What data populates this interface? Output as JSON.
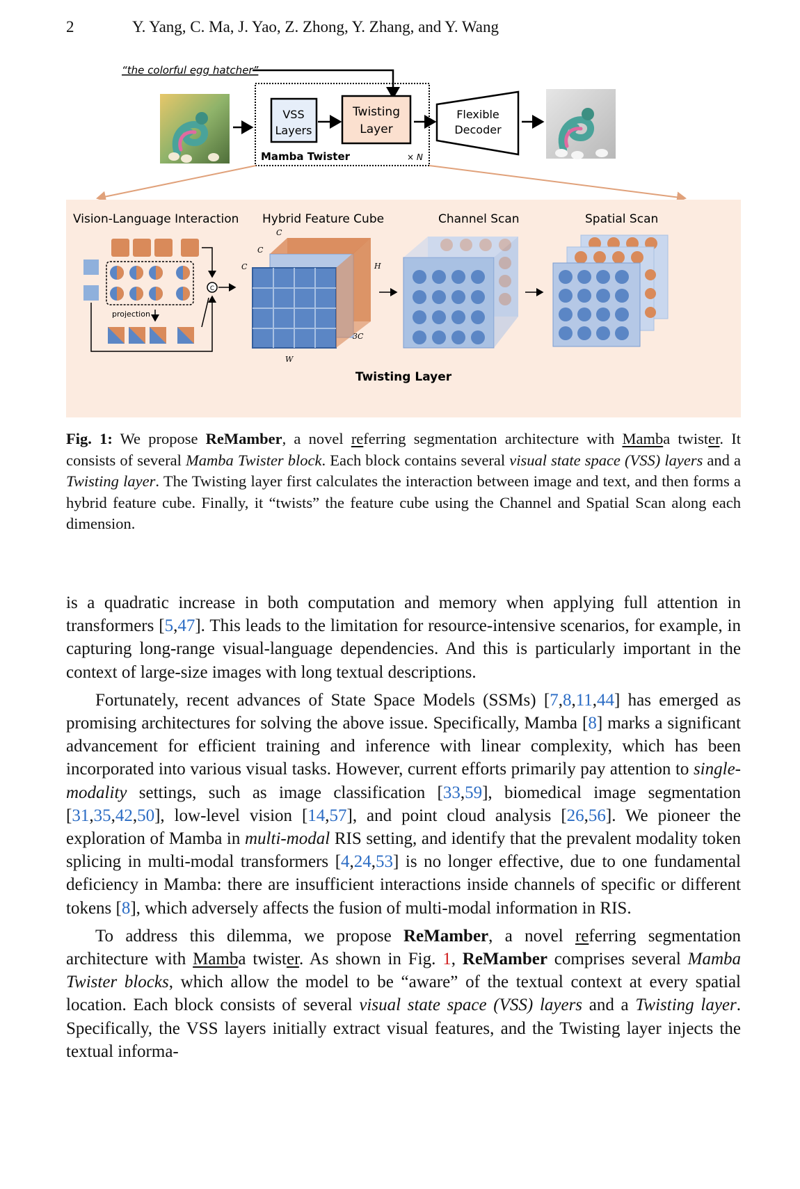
{
  "header": {
    "page_number": "2",
    "authors": "Y. Yang, C. Ma, J. Yao, Z. Zhong, Y. Zhang, and Y. Wang"
  },
  "figure": {
    "prompt_text": "“the colorful egg hatcher”",
    "vss_label_1": "VSS",
    "vss_label_2": "Layers",
    "twist_label_1": "Twisting",
    "twist_label_2": "Layer",
    "decoder_label_1": "Flexible",
    "decoder_label_2": "Decoder",
    "mamba_twister_label": "Mamba Twister",
    "repeat_label": "× N",
    "panel_titles": [
      "Vision-Language Interaction",
      "Hybrid Feature Cube",
      "Channel Scan",
      "Spatial Scan"
    ],
    "projection_label": "projection",
    "concat_symbol": "C",
    "dim_c": "C",
    "dim_h": "H",
    "dim_w": "W",
    "dim_3c": "3C",
    "panel_footer": "Twisting Layer",
    "colors": {
      "panel_bg": "#fcebe0",
      "orange": "#d98a5a",
      "blue": "#5b86c5",
      "light_blue": "#a9c1e3",
      "vss_fill": "#e6eef9",
      "twist_fill": "#fbe0cf",
      "cite_blue": "#2b6cc4",
      "ref_red": "#d01f1f"
    }
  },
  "caption": {
    "label": "Fig. 1:",
    "t1": " We propose ",
    "name": "ReMamber",
    "t2": ", a novel ",
    "re_u": "re",
    "t3": "ferring segmentation architecture with ",
    "mamb_u": "Mamb",
    "t4": "a twist",
    "er_u": "er",
    "t5": ". It consists of several ",
    "i1": "Mamba Twister block",
    "t6": ". Each block contains several ",
    "i2": "visual state space (VSS) layers",
    "t7": " and a ",
    "i3": "Twisting layer",
    "t8": ". The Twisting layer first calculates the interaction between image and text, and then forms a hybrid feature cube. Finally, it “twists” the feature cube using the Channel and Spatial Scan along each dimension."
  },
  "body": {
    "p1a": "is a quadratic increase in both computation and memory when applying full attention in transformers [",
    "p1_c1": "5",
    "p1_c2": "47",
    "p1b": "]. This leads to the limitation for resource-intensive scenarios, for example, in capturing long-range visual-language dependencies. And this is particularly important in the context of large-size images with long textual descriptions.",
    "p2a": "Fortunately, recent advances of State Space Models (SSMs) [",
    "p2_c1": "7",
    "p2_c2": "8",
    "p2_c3": "11",
    "p2_c4": "44",
    "p2b": "] has emerged as promising architectures for solving the above issue. Specifically, Mamba [",
    "p2_c5": "8",
    "p2c": "] marks a significant advancement for efficient training and inference with linear complexity, which has been incorporated into various visual tasks. However, current efforts primarily pay attention to ",
    "p2_i1": "single-modality",
    "p2d": " settings, such as image classification [",
    "p2_c6": "33",
    "p2_c7": "59",
    "p2e": "], biomedical image segmentation [",
    "p2_c8": "31",
    "p2_c9": "35",
    "p2_c10": "42",
    "p2_c11": "50",
    "p2f": "], low-level vision [",
    "p2_c12": "14",
    "p2_c13": "57",
    "p2g": "], and point cloud analysis [",
    "p2_c14": "26",
    "p2_c15": "56",
    "p2h": "]. We pioneer the exploration of Mamba in ",
    "p2_i2": "multi-modal",
    "p2i": " RIS setting, and identify that the prevalent modality token splicing in multi-modal transformers [",
    "p2_c16": "4",
    "p2_c17": "24",
    "p2_c18": "53",
    "p2j": "] is no longer effective, due to one fundamental deficiency in Mamba: there are insufficient interactions inside channels of specific or different tokens [",
    "p2_c19": "8",
    "p2k": "], which adversely affects the fusion of multi-modal information in RIS.",
    "p3a": "To address this dilemma, we propose ",
    "p3_name": "ReMamber",
    "p3b": ", a novel ",
    "p3_re": "re",
    "p3c": "ferring segmentation architecture with ",
    "p3_mamb": "Mamb",
    "p3d": "a twist",
    "p3_er": "er",
    "p3e": ". As shown in Fig. ",
    "p3_ref": "1",
    "p3f": ", ",
    "p3_name2": "ReMamber",
    "p3g": " comprises several ",
    "p3_i1": "Mamba Twister blocks",
    "p3h": ", which allow the model to be “aware” of the textual context at every spatial location. Each block consists of several ",
    "p3_i2": "visual state space (VSS) layers",
    "p3i": " and a ",
    "p3_i3": "Twisting layer",
    "p3j": ". Specifically, the VSS layers initially extract visual features, and the Twisting layer injects the textual informa-"
  }
}
